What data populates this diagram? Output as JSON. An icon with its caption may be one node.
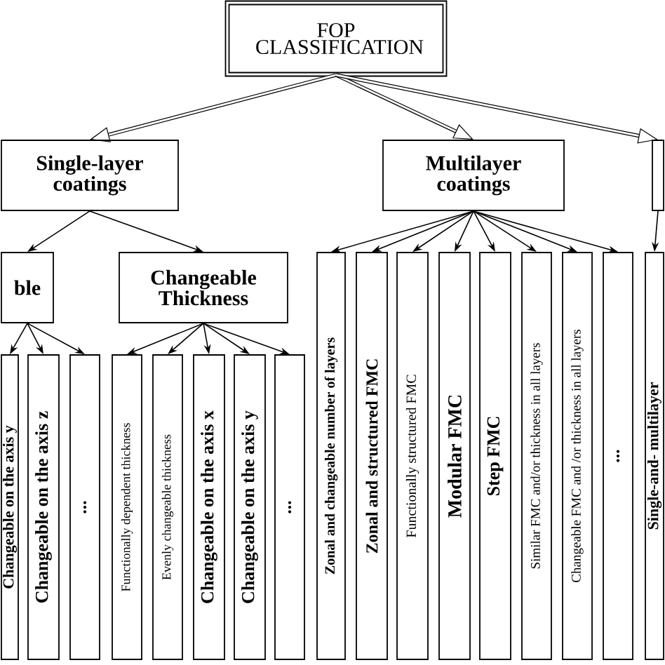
{
  "diagram": {
    "nodes": [
      {
        "text": [
          "FOP CLASSIFICATION"
        ]
      },
      {
        "text": [
          "Single-layer coatings"
        ]
      },
      {
        "text": [
          "Multilayer coatings"
        ]
      },
      {
        "text": [],
        "shape": "box"
      },
      {
        "text": [
          "ble"
        ]
      },
      {
        "text": [
          "Changeable Thickness"
        ]
      },
      {
        "text": [
          "Changeable on the axis y"
        ]
      },
      {
        "text": [
          "Changeable on the axis z"
        ]
      },
      {
        "text": [
          "..."
        ]
      },
      {
        "text": [
          "Functionally dependent thickness"
        ]
      },
      {
        "text": [
          "Evenly changeable thickness"
        ]
      },
      {
        "text": [
          "Changeable on the axis x"
        ]
      },
      {
        "text": [
          "Changeable on the axis y"
        ]
      },
      {
        "text": [
          "..."
        ]
      },
      {
        "text": [
          "Zonal and changeable number of layers"
        ]
      },
      {
        "text": [
          "Zonal and structured FMC"
        ]
      },
      {
        "text": [
          "Functionally structured FMC"
        ]
      },
      {
        "text": [
          "Modular FMC"
        ]
      },
      {
        "text": [
          "Step FMC"
        ]
      },
      {
        "text": [
          "Similar FMC and/or thickness in all layers"
        ]
      },
      {
        "text": [
          "Changeable FMC and /or thickness in all layers"
        ]
      },
      {
        "text": [
          "..."
        ]
      },
      {
        "text": [
          "Single-and- multilayer"
        ]
      }
    ],
    "edges": [
      {
        "from": 0,
        "to": 1,
        "arrow": "to",
        "style": "thick"
      },
      {
        "from": 0,
        "to": 2,
        "arrow": "to",
        "style": "thick"
      },
      {
        "from": 0,
        "to": 3,
        "arrow": "to",
        "style": "thick"
      },
      {
        "from": 1,
        "to": 4,
        "arrow": "to"
      },
      {
        "from": 1,
        "to": 5,
        "arrow": "to"
      },
      {
        "from": 4,
        "to": 6,
        "arrow": "to"
      },
      {
        "from": 4,
        "to": 7,
        "arrow": "to"
      },
      {
        "from": 4,
        "to": 8,
        "arrow": "to"
      },
      {
        "from": 5,
        "to": 9,
        "arrow": "to"
      },
      {
        "from": 5,
        "to": 10,
        "arrow": "to"
      },
      {
        "from": 5,
        "to": 11,
        "arrow": "to"
      },
      {
        "from": 5,
        "to": 12,
        "arrow": "to"
      },
      {
        "from": 5,
        "to": 13,
        "arrow": "to"
      },
      {
        "from": 2,
        "to": 14,
        "arrow": "to"
      },
      {
        "from": 2,
        "to": 15,
        "arrow": "to"
      },
      {
        "from": 2,
        "to": 16,
        "arrow": "to"
      },
      {
        "from": 2,
        "to": 17,
        "arrow": "to"
      },
      {
        "from": 2,
        "to": 18,
        "arrow": "to"
      },
      {
        "from": 2,
        "to": 19,
        "arrow": "to"
      },
      {
        "from": 2,
        "to": 20,
        "arrow": "to"
      },
      {
        "from": 2,
        "to": 21,
        "arrow": "to"
      },
      {
        "from": 3,
        "to": 22,
        "arrow": "to"
      }
    ]
  }
}
